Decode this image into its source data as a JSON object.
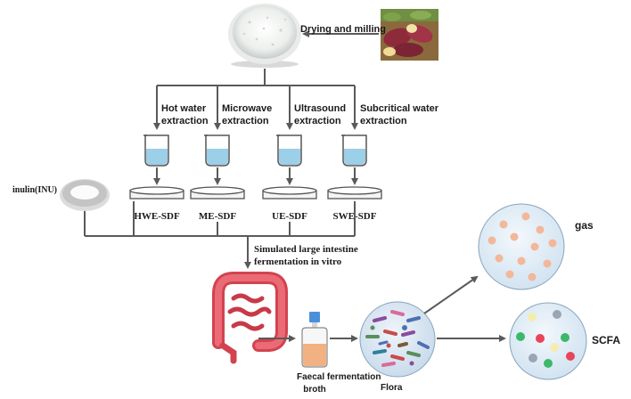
{
  "top_step": {
    "label": "Drying and milling",
    "ingredient_icon": "sweet-potato-icon",
    "product_icon": "white-powder-bowl-icon"
  },
  "extractions": [
    {
      "label_line1": "Hot water",
      "label_line2": "extraction",
      "product": "HWE-SDF"
    },
    {
      "label_line1": "Microwave",
      "label_line2": "extraction",
      "product": "ME-SDF"
    },
    {
      "label_line1": "Ultrasound",
      "label_line2": "extraction",
      "product": "UE-SDF"
    },
    {
      "label_line1": "Subcritical water",
      "label_line2": "extraction",
      "product": "SWE-SDF"
    }
  ],
  "control": {
    "label": "inulin(INU)",
    "icon": "white-powder-dish-icon"
  },
  "fermentation_step": {
    "line1": "Simulated large intestine",
    "line2": "fermentation in vitro",
    "icon": "large-intestine-icon"
  },
  "broth": {
    "line1": "Faecal fermentation",
    "line2": "broth",
    "icon": "culture-bottle-icon"
  },
  "flora": {
    "label": "Flora",
    "icon": "bacteria-circle-icon"
  },
  "outputs": [
    {
      "label": "gas",
      "icon": "gas-bubbles-circle-icon"
    },
    {
      "label": "SCFA",
      "icon": "scfa-molecules-circle-icon"
    }
  ],
  "colors": {
    "arrow": "#5a5a5a",
    "beaker_liquid": "#9ccfe8",
    "gas_dot": "#f3b79a",
    "circle_fill": "#dceaf5",
    "intestine": "#e0525f",
    "broth_liquid": "#f2b183"
  }
}
